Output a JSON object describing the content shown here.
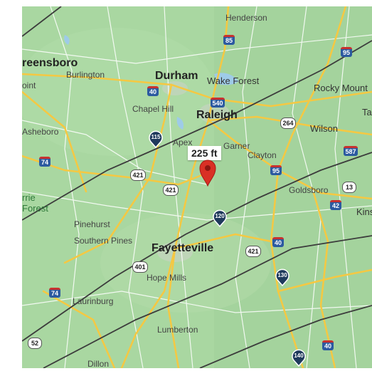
{
  "cities": {
    "henderson": "Henderson",
    "greensboro": "reensboro",
    "burlington": "Burlington",
    "durham": "Durham",
    "wake_forest": "Wake Forest",
    "rocky_mount": "Rocky Mount",
    "point": "oint",
    "chapel_hill": "Chapel Hill",
    "raleigh": "Raleigh",
    "ta": "Ta",
    "asheboro": "Asheboro",
    "wilson": "Wilson",
    "apex": "Apex",
    "garner": "Garner",
    "clayton": "Clayton",
    "goldsboro": "Goldsboro",
    "kins": "Kins",
    "pinehurst": "Pinehurst",
    "southern_pines": "Southern Pines",
    "fayetteville": "Fayetteville",
    "hope_mills": "Hope Mills",
    "laurinburg": "Laurinburg",
    "lumberton": "Lumberton",
    "dillon": "Dillon",
    "forest_a": "rrie",
    "forest_b": "Forest"
  },
  "shields": {
    "i85": "85",
    "i95_top": "95",
    "i40_durham": "40",
    "i540": "540",
    "us264": "264",
    "i587": "587",
    "i74": "74",
    "us421_a": "421",
    "us421_b": "421",
    "i95_mid": "95",
    "us13": "13",
    "i42": "42",
    "us421_c": "421",
    "i40_mid": "40",
    "us401": "401",
    "i74_b": "74",
    "us52": "52",
    "i40_bottom": "40"
  },
  "contour_markers": [
    "115",
    "120",
    "130",
    "140"
  ],
  "elevation_label": "225 ft",
  "colors": {
    "land": "#a8d8a0",
    "water": "#9ecbe8",
    "highway": "#f5c842",
    "contour": "#3c3c3c",
    "pin": "#d93025",
    "marker": "#1f3a5c"
  }
}
